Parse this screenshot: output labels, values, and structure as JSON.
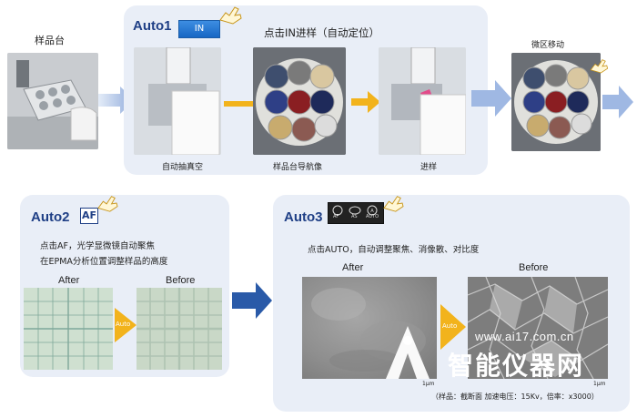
{
  "stage": {
    "title": "样品台"
  },
  "auto1": {
    "title": "Auto1",
    "button": "IN",
    "instruction": "点击IN进样（自动定位）",
    "captions": [
      "自动抽真空",
      "样品台导航像",
      "进样"
    ],
    "right_label": "微区移动"
  },
  "auto2": {
    "title": "Auto2",
    "button": "AF",
    "line1": "点击AF，光学显微镜自动聚焦",
    "line2": "在EPMA分析位置调整样品的高度",
    "after": "After",
    "before": "Before",
    "arrow_label": "Auto"
  },
  "auto3": {
    "title": "Auto3",
    "icons": [
      "AF",
      "AS",
      "AUTO"
    ],
    "line1": "点击AUTO，自动调整聚焦、消像散、对比度",
    "after": "After",
    "before": "Before",
    "arrow_label": "Auto",
    "scale_left": "1μm",
    "scale_right": "1μm",
    "footnote": "（样品：截断面  加速电压：15Kv，倍率：x3000）"
  },
  "watermark": {
    "url": "www.ai17.com.cn",
    "brand": "智能仪器网"
  },
  "colors": {
    "panel": "#e9eef7",
    "title": "#1f3f86",
    "arrow_yellow": "#f2b31c",
    "arrow_blue": "#9fb8e3"
  }
}
